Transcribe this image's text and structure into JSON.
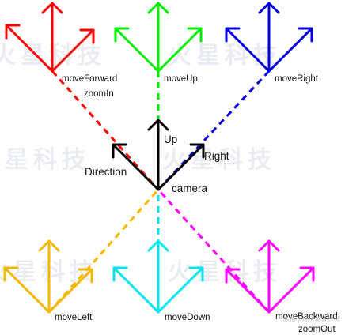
{
  "colors": {
    "forward": "#ff0000",
    "up": "#00ee00",
    "right": "#0000dd",
    "left": "#f5b800",
    "down": "#00e5ee",
    "backward": "#ff00ff",
    "camera": "#000000"
  },
  "labels": {
    "move_forward": "moveForward",
    "zoom_in": "zoomIn",
    "move_up": "moveUp",
    "move_right": "moveRight",
    "move_left": "moveLeft",
    "move_down": "moveDown",
    "move_backward": "moveBackward",
    "zoom_out": "zoomOut",
    "up": "Up",
    "right": "Right",
    "direction": "Direction",
    "camera": "camera"
  },
  "watermark": {
    "text": "火星科技"
  },
  "credit": {
    "text": "@稀土掘金技术社区"
  }
}
